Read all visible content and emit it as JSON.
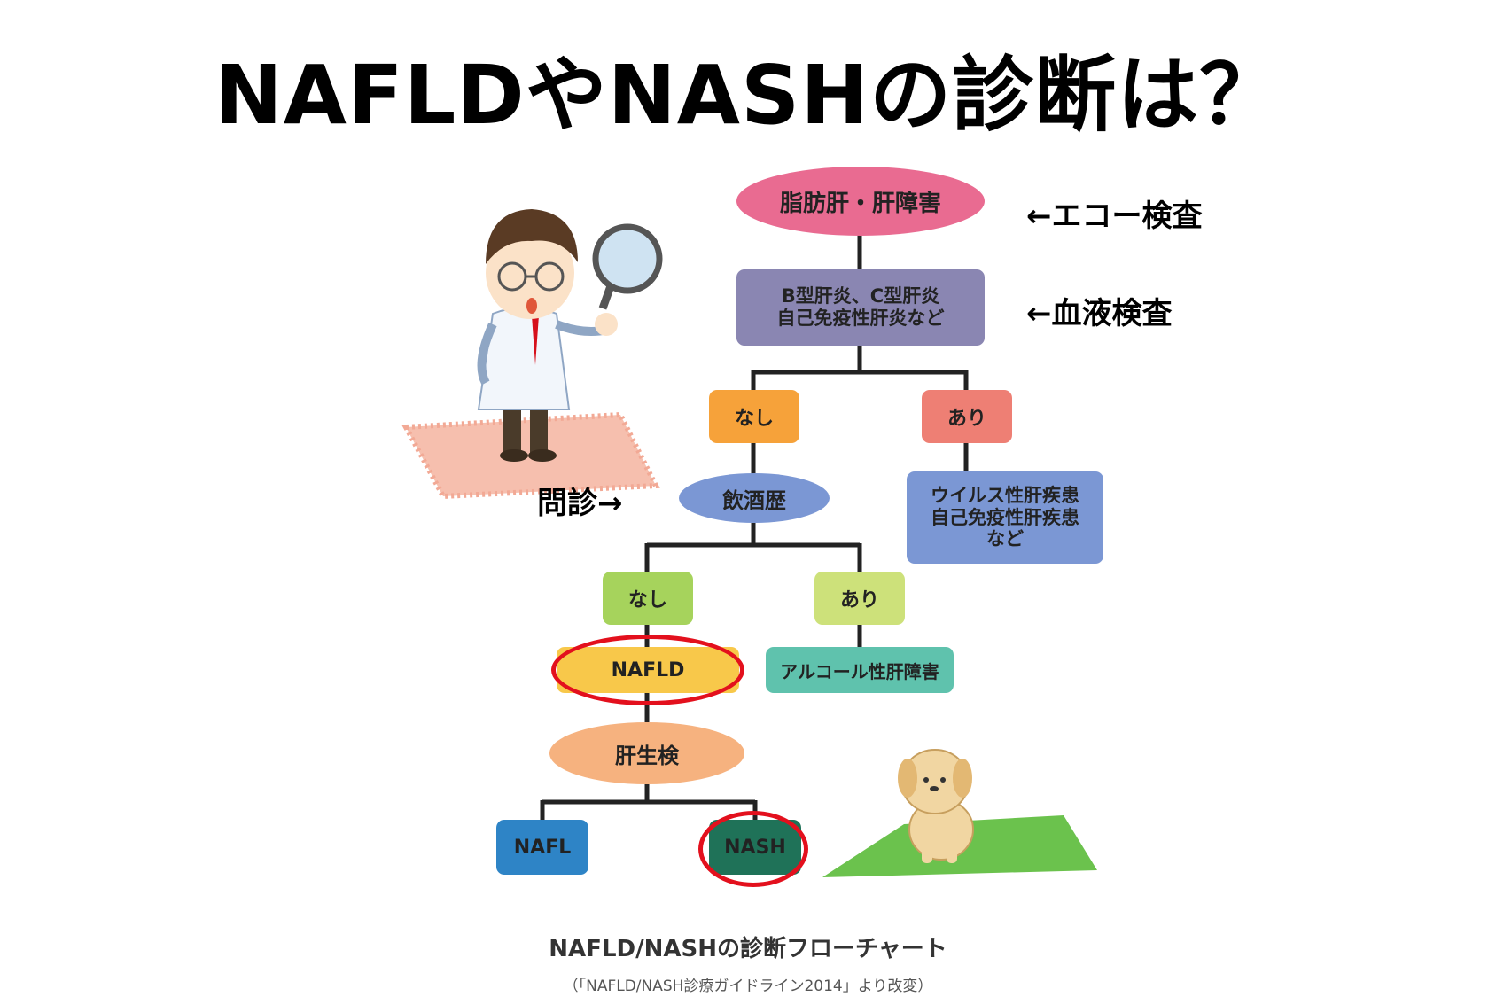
{
  "title": "NAFLDやNASHの診断は？",
  "annotations": {
    "echo": "←エコー検査",
    "blood": "←血液検査",
    "interview": "問診→"
  },
  "nodes": {
    "fatty_liver": "脂肪肝・肝障害",
    "hepatitis_line1": "B型肝炎、C型肝炎",
    "hepatitis_line2": "自己免疫性肝炎など",
    "none_1": "なし",
    "yes_1": "あり",
    "drinking_history": "飲酒歴",
    "viral_line1": "ウイルス性肝疾患",
    "viral_line2": "自己免疫性肝疾患",
    "viral_line3": "など",
    "none_2": "なし",
    "yes_2": "あり",
    "nafld": "NAFLD",
    "alcoholic": "アルコール性肝障害",
    "liver_biopsy": "肝生検",
    "nafl": "NAFL",
    "nash": "NASH"
  },
  "caption": "NAFLD/NASHの診断フローチャート",
  "source": "（「NAFLD/NASH診療ガイドライン2014」より改変）",
  "colors": {
    "fatty_liver": "#e96b91",
    "hepatitis": "#8a86b2",
    "none_orange": "#f6a23a",
    "yes_salmon": "#ee7f74",
    "drinking": "#7b97d4",
    "viral": "#7b97d4",
    "green_light": "#a6d35c",
    "nafld": "#f8c84a",
    "alcoholic": "#5fc2ad",
    "biopsy": "#f6b27f",
    "nafl": "#2e84c6",
    "nash": "#1f7258",
    "highlight_ring": "#e3101d"
  },
  "icons": [
    "doctor-with-magnifier-illustration",
    "puppy-illustration"
  ]
}
